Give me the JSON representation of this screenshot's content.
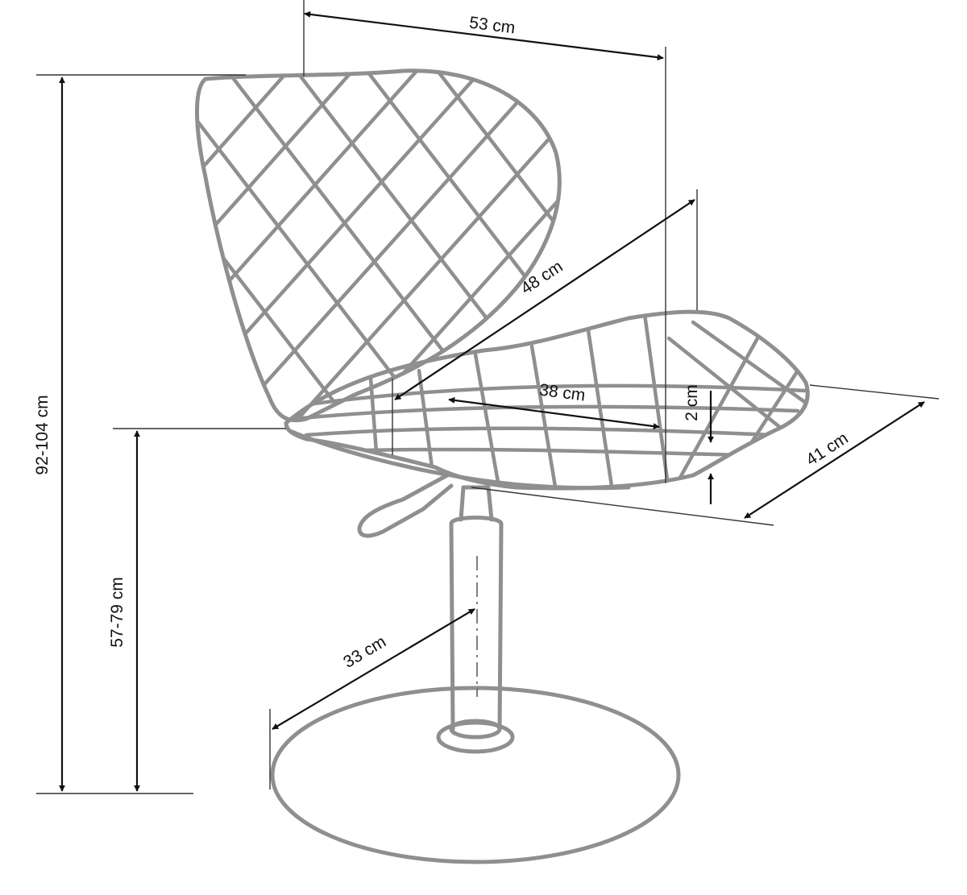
{
  "dimensions": {
    "width_top": "53 cm",
    "seat_diagonal": "48 cm",
    "seat_width": "38 cm",
    "seat_thickness": "2 cm",
    "seat_depth": "41 cm",
    "total_height": "92-104 cm",
    "seat_height": "57-79 cm",
    "base_radius": "33 cm"
  }
}
